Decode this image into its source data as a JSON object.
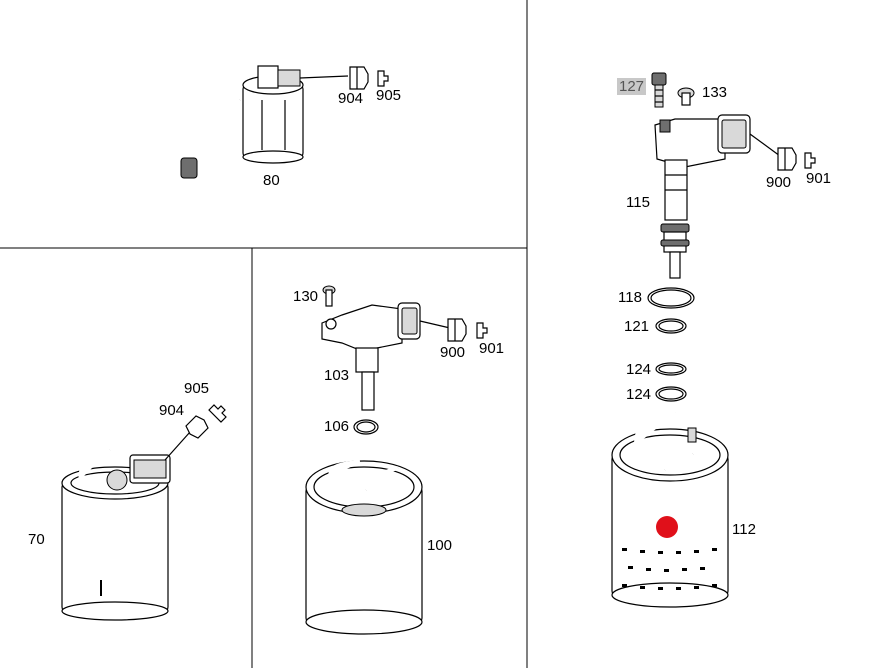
{
  "diagram": {
    "callouts": {
      "p80": "80",
      "p904_top": "904",
      "p905_top": "905",
      "p127": "127",
      "p133": "133",
      "p900_right": "900",
      "p901_right": "901",
      "p115": "115",
      "p118": "118",
      "p121": "121",
      "p124_a": "124",
      "p124_b": "124",
      "p112": "112",
      "p70": "70",
      "p905_left": "905",
      "p904_left": "904",
      "p130": "130",
      "p900_mid": "900",
      "p901_mid": "901",
      "p103": "103",
      "p106": "106",
      "p100": "100"
    },
    "highlighted_part": "127",
    "hotspot_color": "#e0101a",
    "highlight_color": "#c8c8c8"
  }
}
